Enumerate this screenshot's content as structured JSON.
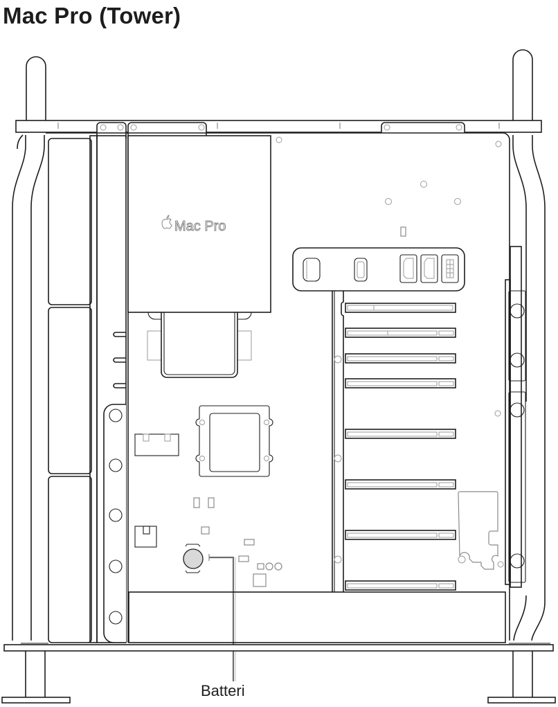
{
  "title": "Mac Pro (Tower)",
  "diagram": {
    "subject": "Mac Pro (Tower) interior, side view",
    "enclosure_logo": "Mac Pro",
    "logo_icon": "apple-logo-icon",
    "callouts": [
      {
        "label": "Batteri",
        "target": "coin-cell-battery"
      }
    ],
    "components": [
      "handles",
      "feet",
      "top-rail",
      "bottom-rail",
      "fans",
      "power-supply-enclosure",
      "cpu-socket",
      "memory-cover",
      "io-card",
      "pci-slots",
      "coin-cell-battery",
      "drive-bay",
      "right-side-latch"
    ],
    "pci_slot_count": 8,
    "colors": {
      "line": "#1d1d1f",
      "secondary_line": "#8a8a8a",
      "battery_fill": "#d9d9d9",
      "background": "#ffffff"
    }
  }
}
